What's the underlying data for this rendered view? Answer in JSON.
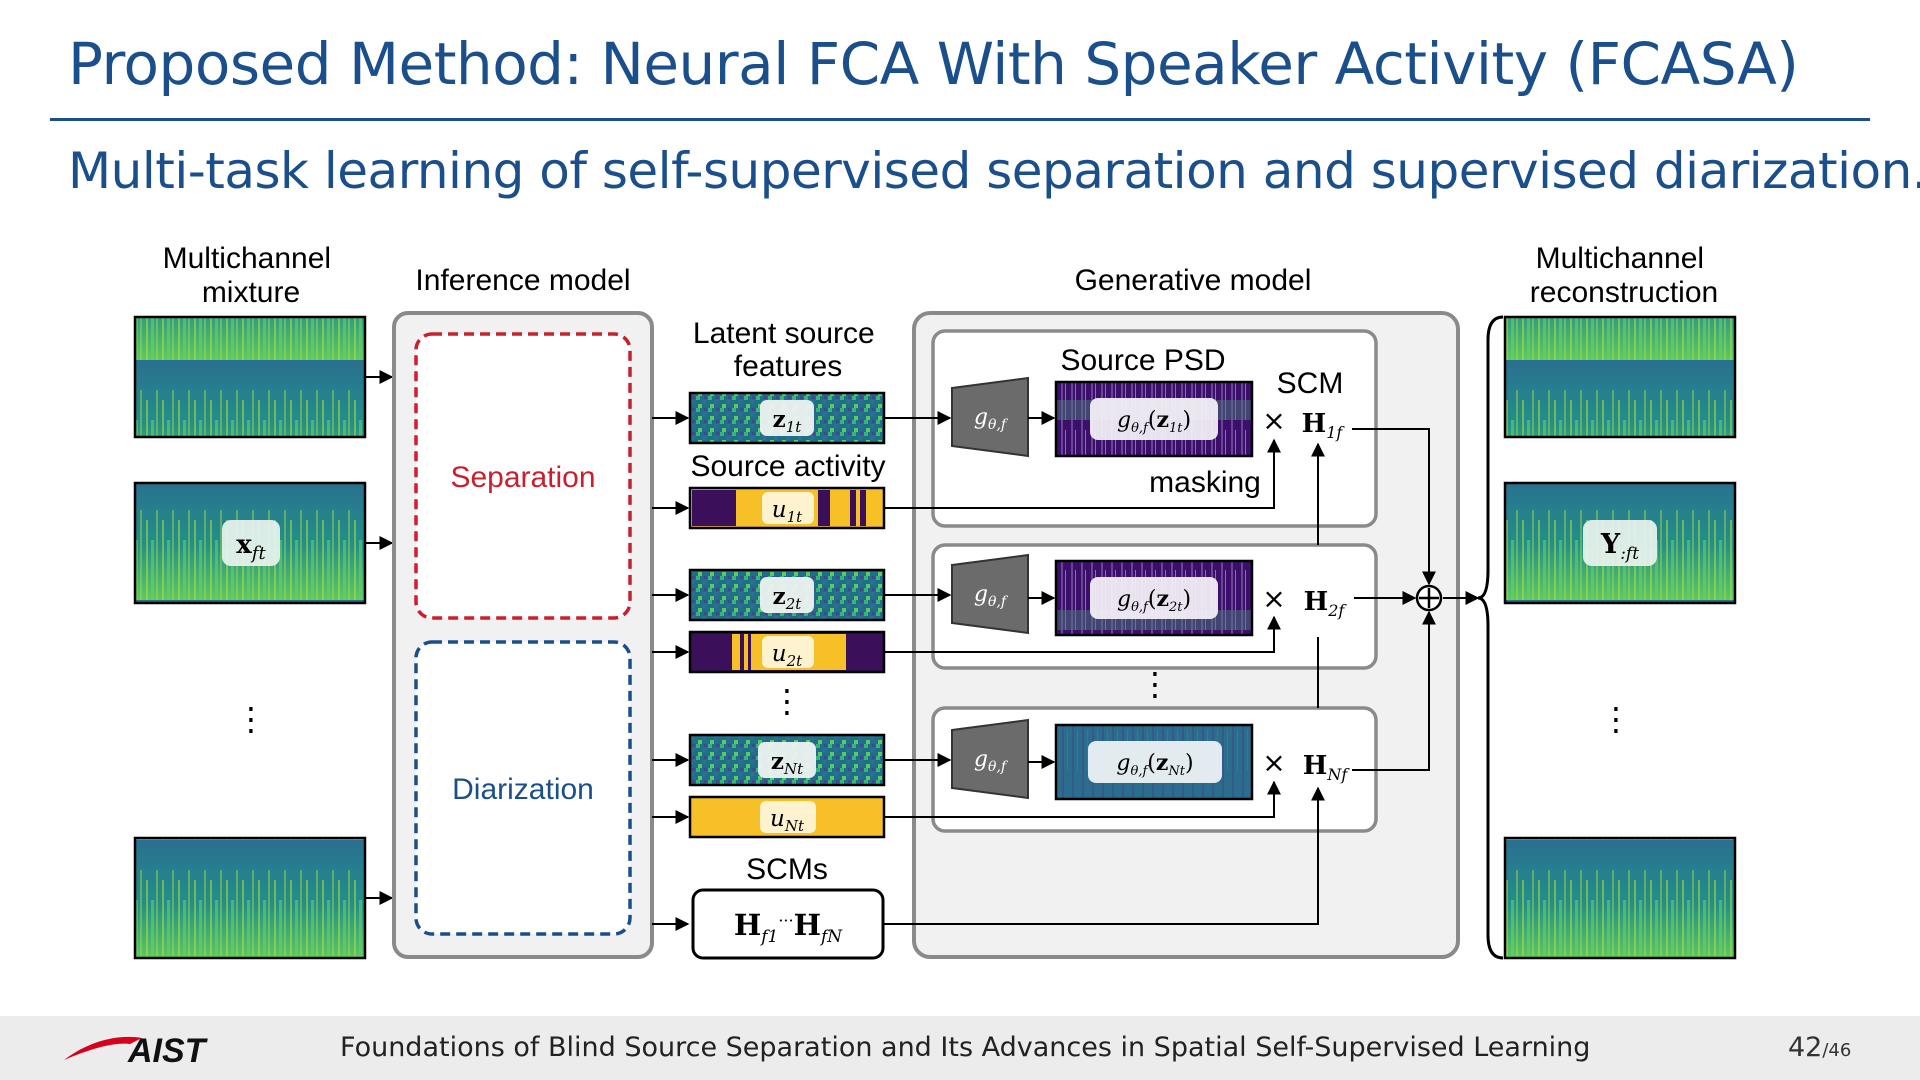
{
  "slide": {
    "title": "Proposed Method: Neural FCA With Speaker Activity (FCASA)",
    "subtitle": "Multi-task learning of self-supervised separation and supervised diarization."
  },
  "diagram": {
    "input_label": [
      "Multichannel",
      "mixture"
    ],
    "input_symbol": "x",
    "input_symbol_sub": "ft",
    "inference_label": "Inference model",
    "separation_label": "Separation",
    "diarization_label": "Diarization",
    "latent_label": [
      "Latent source",
      "features"
    ],
    "activity_label": "Source activity",
    "scms_label": "SCMs",
    "generative_label": "Generative model",
    "psd_label": "Source PSD",
    "scm_label": "SCM",
    "masking_label": "masking",
    "output_label": [
      "Multichannel",
      "reconstruction"
    ],
    "output_symbol": "Y",
    "output_symbol_sub": ":ft",
    "ellipsis": "⋮",
    "decoder_symbol": "g",
    "decoder_sub": "θ,f",
    "times": "×",
    "latents": [
      {
        "z_sub": "1t",
        "u_sub": "1t",
        "h_sub": "1f"
      },
      {
        "z_sub": "2t",
        "u_sub": "2t",
        "h_sub": "2f"
      },
      {
        "z_sub": "Nt",
        "u_sub": "Nt",
        "h_sub": "Nf"
      }
    ],
    "scm_first_sub": "f1",
    "scm_last_sub": "fN",
    "scm_dots": "···"
  },
  "footer": {
    "logo": "AIST",
    "text": "Foundations of Blind Source Separation and Its Advances in Spatial Self-Supervised Learning",
    "page_current": "42",
    "page_total": "/46"
  },
  "colors": {
    "title": "#1a4f8b",
    "separation": "#c8202f",
    "diarization": "#1a4f8b",
    "activity_on": "#f6c026",
    "activity_off": "#3b0f5a",
    "spectrogram": "#1f8a8a",
    "logo": "#d6001c"
  }
}
